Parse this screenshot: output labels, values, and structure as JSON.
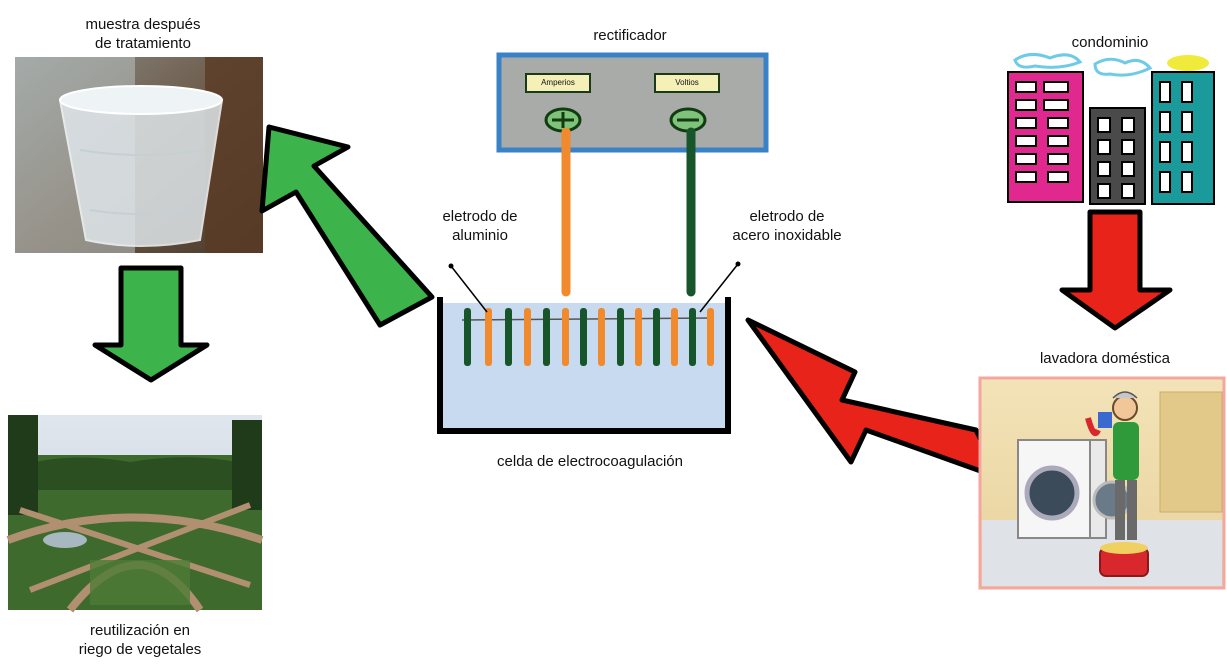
{
  "labels": {
    "sample_after_treatment": [
      "muestra después",
      "de tratamiento"
    ],
    "reuse_irrigation": [
      "reutilización en",
      "riego de vegetales"
    ],
    "rectifier": "rectificador",
    "aluminum_electrode": [
      "eletrodo de",
      "aluminio"
    ],
    "stainless_electrode": [
      "eletrodo de",
      "acero inoxidable"
    ],
    "cell": "celda de electrocoagulación",
    "condominium": "condominio",
    "washing_machine": "lavadora doméstica",
    "rectifier_display_left": "Amperios",
    "rectifier_display_right": "Voltios"
  },
  "colors": {
    "flow_treated": "#3cb44b",
    "flow_wastewater": "#e8231a",
    "electrode_aluminum": "#f08a2c",
    "electrode_steel": "#17552b",
    "rectifier_border": "#3a82c8",
    "cell_water": "#c8daf0"
  },
  "icons": {
    "positive_terminal": "plus-terminal-icon",
    "negative_terminal": "minus-terminal-icon"
  }
}
